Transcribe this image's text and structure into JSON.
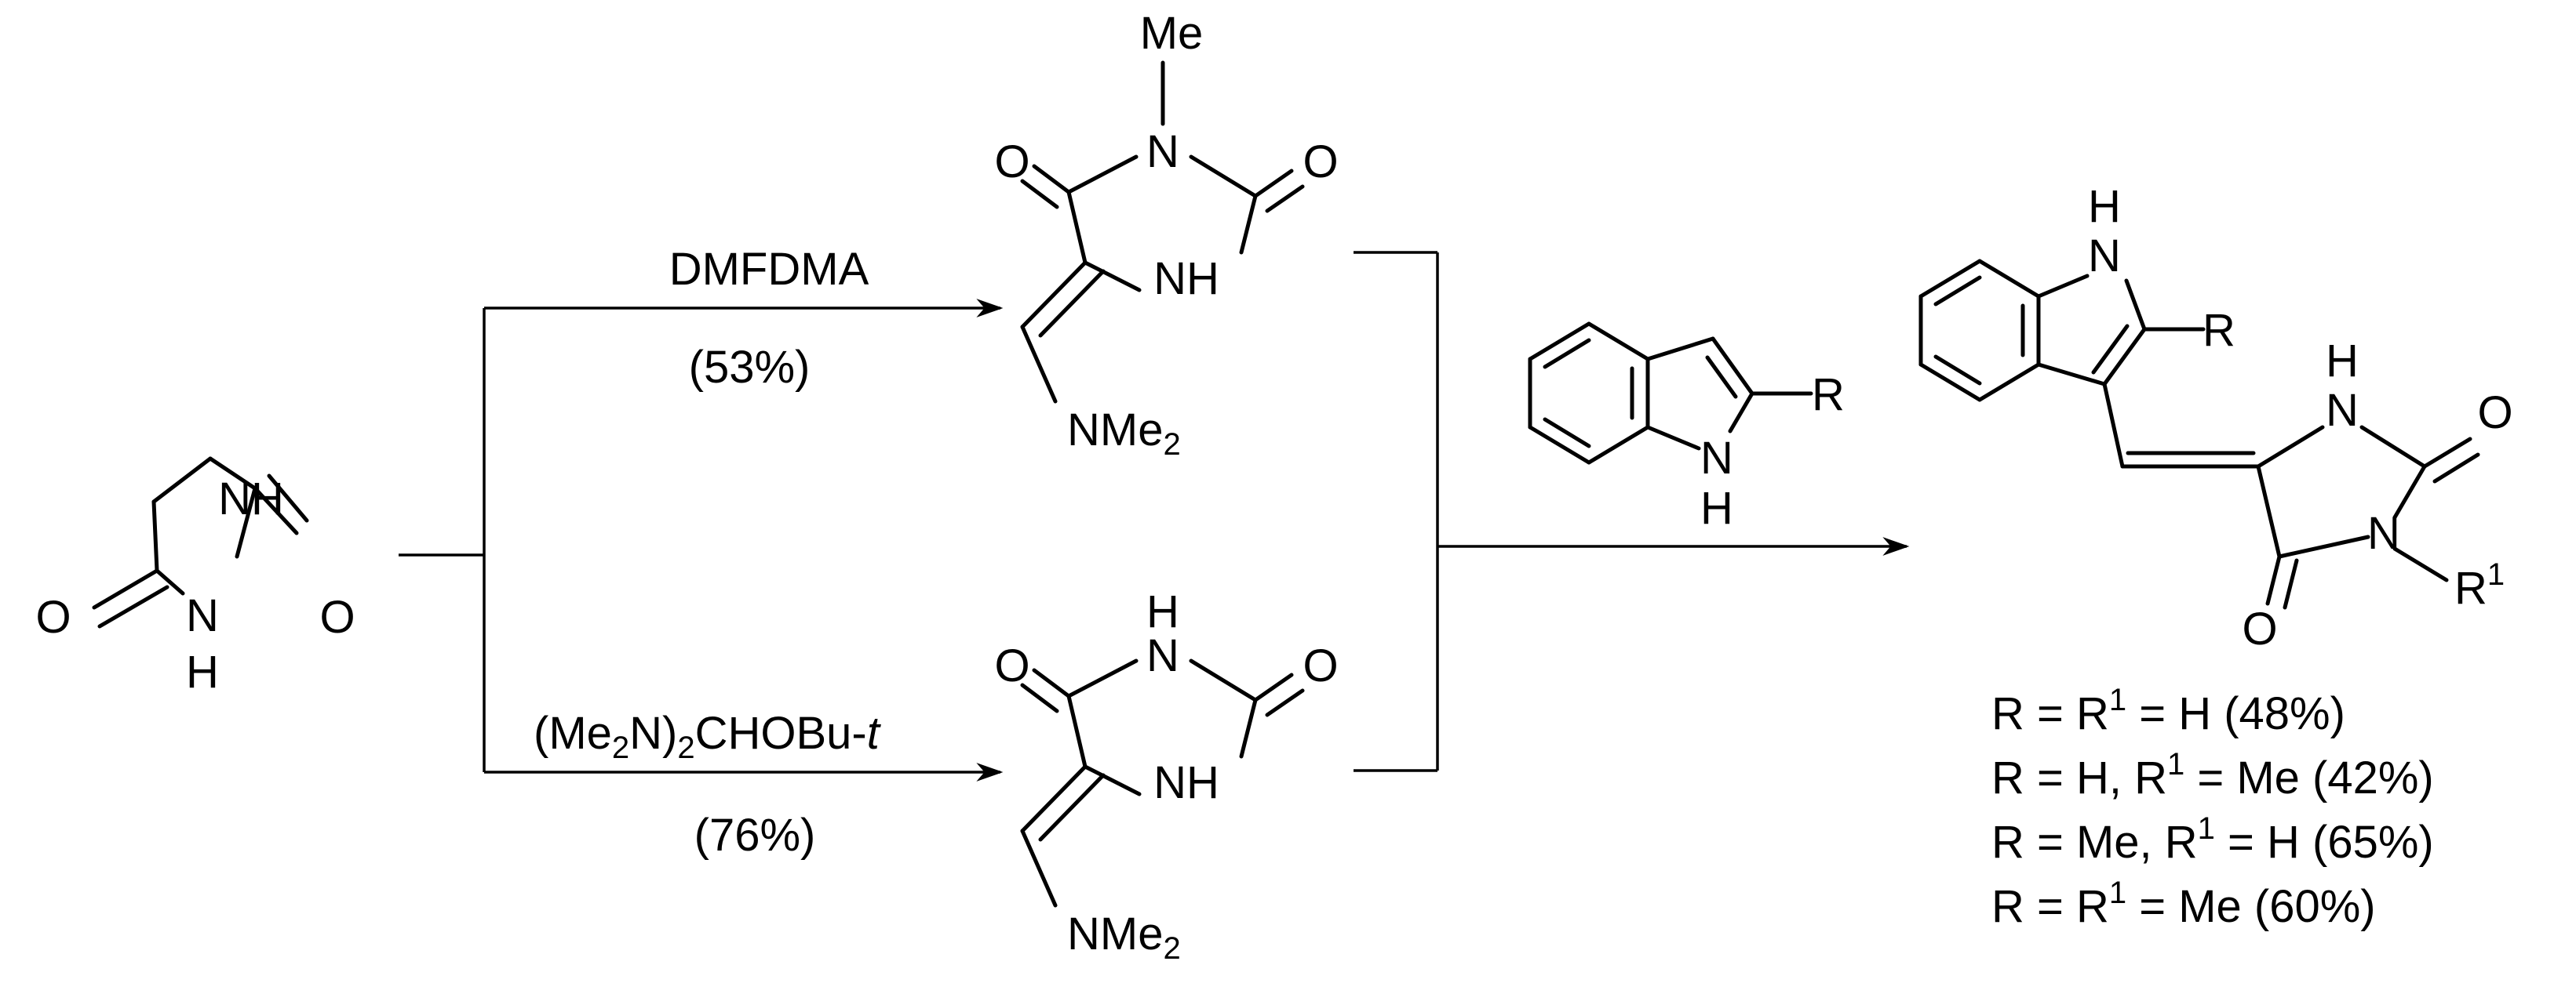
{
  "atoms": {
    "hydantoin": {
      "nh_top": "NH",
      "o_left": "O",
      "o_right": "O",
      "n_bottom": "N",
      "h_bottom": "H"
    },
    "top_product": {
      "me": "Me",
      "n": "N",
      "o_left": "O",
      "o_right": "O",
      "nh": "NH",
      "nme": "NMe",
      "sub": "2"
    },
    "bottom_product": {
      "h_top": "H",
      "n_top": "N",
      "o_left": "O",
      "o_right": "O",
      "nh": "NH",
      "nme": "NMe",
      "sub": "2"
    },
    "indole_reagent": {
      "r": "R",
      "n": "N",
      "h": "H"
    },
    "final_product": {
      "h_indole": "H",
      "n_indole": "N",
      "r": "R",
      "h_ring": "H",
      "n_ring_top": "N",
      "o_top": "O",
      "n_ring": "N",
      "o_bottom": "O",
      "r1": "R",
      "r1_sup": "1"
    }
  },
  "reactions": {
    "top": {
      "reagent": "DMFDMA",
      "yield": "(53%)"
    },
    "bottom": {
      "reagent_a": "(Me",
      "reagent_sub1": "2",
      "reagent_b": "N)",
      "reagent_sub2": "2",
      "reagent_c": "CHOBu-",
      "reagent_d": "t",
      "yield": "(76%)"
    }
  },
  "yields": [
    {
      "a": "R = R",
      "sup": "1",
      "b": " = H (48%)"
    },
    {
      "a": "R = H,  R",
      "sup": "1",
      "b": " = Me (42%)"
    },
    {
      "a": "R = Me,  R",
      "sup": "1",
      "b": " = H (65%)"
    },
    {
      "a": "R = R",
      "sup": "1",
      "b": " = Me (60%)"
    }
  ]
}
